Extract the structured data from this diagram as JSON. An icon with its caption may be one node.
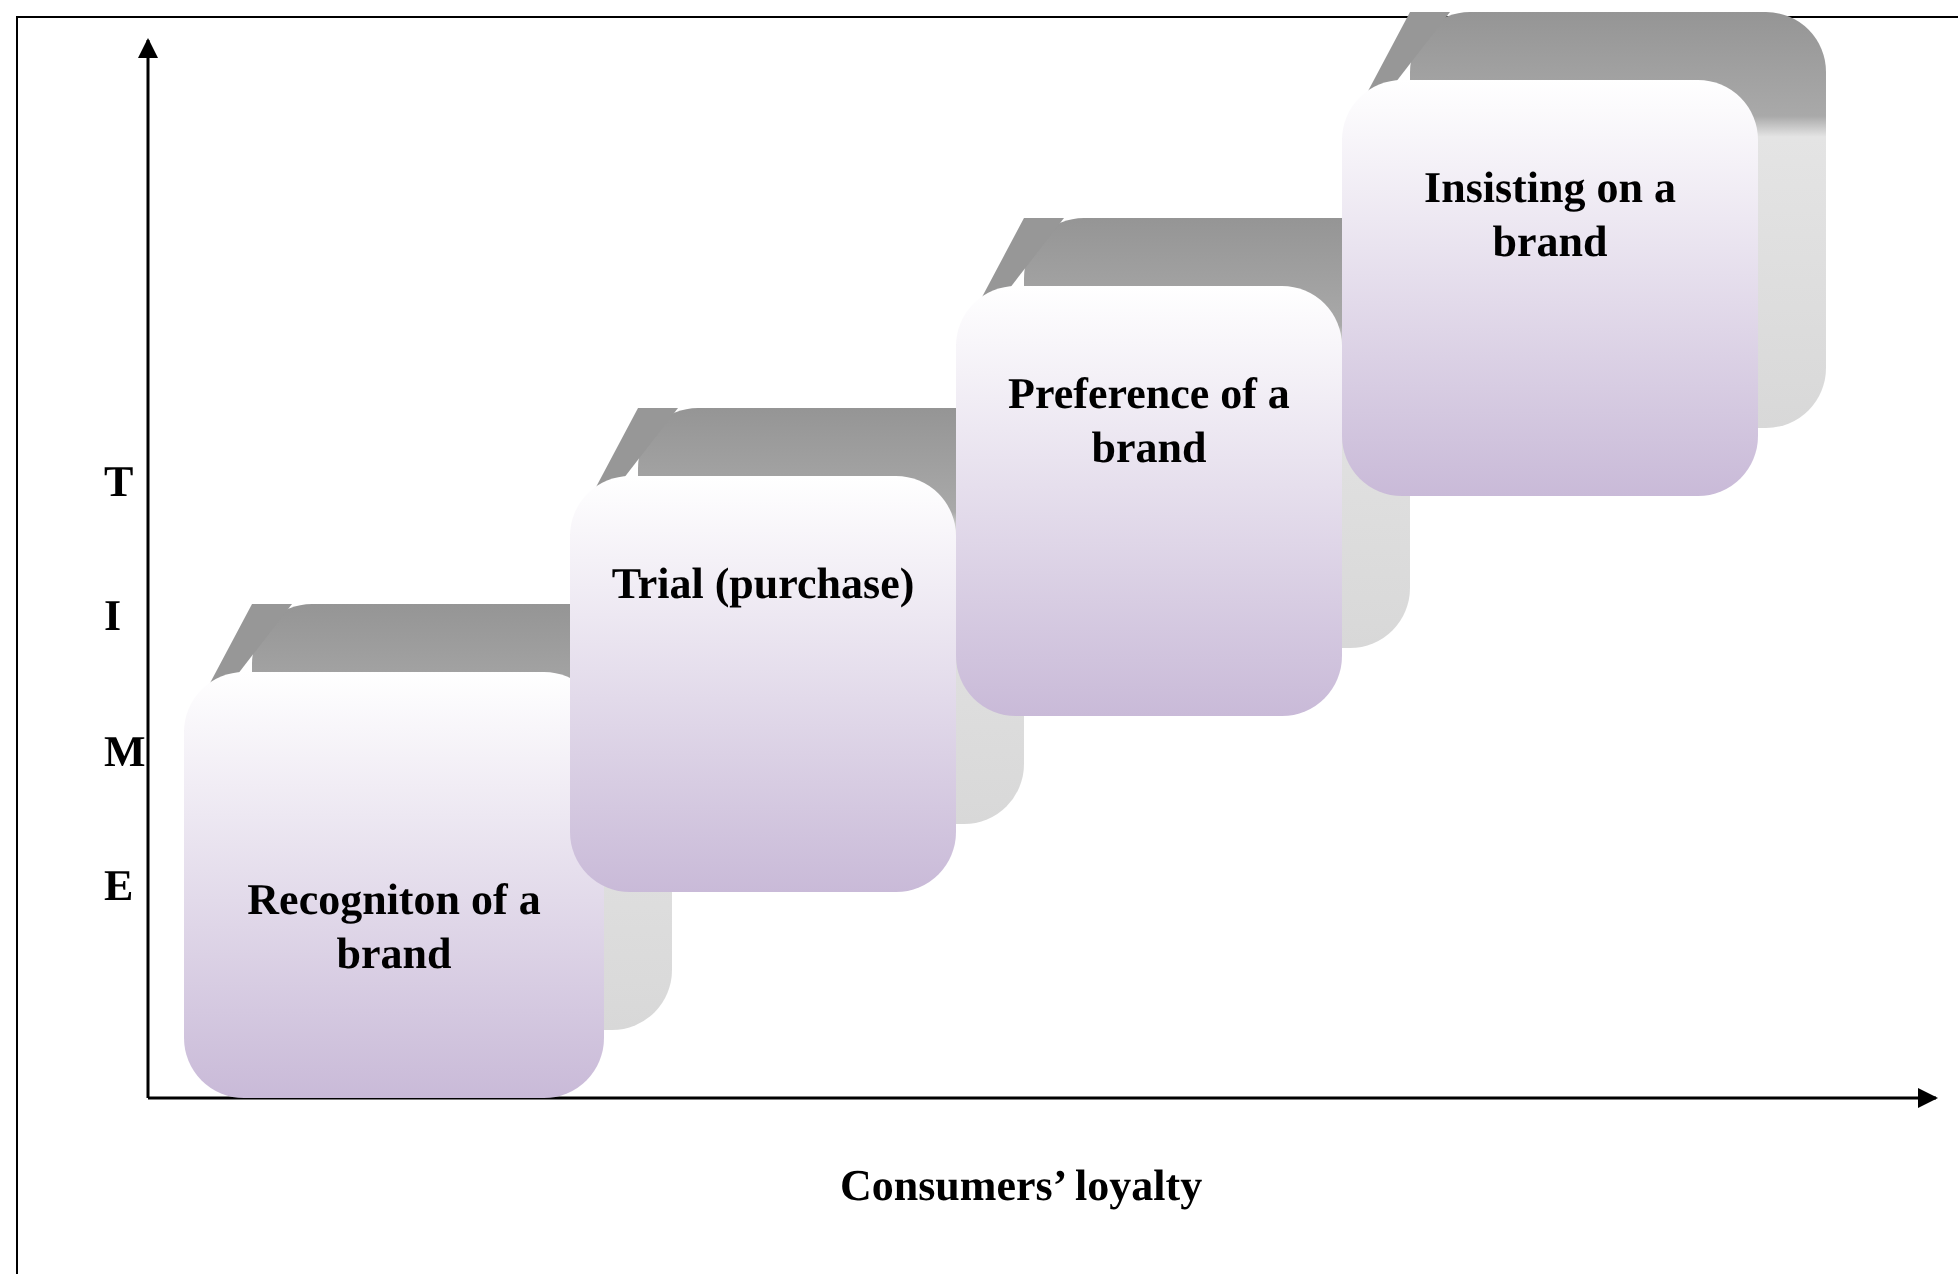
{
  "diagram": {
    "nodes": [
      {
        "text": [
          "Recogniton of a brand"
        ]
      },
      {
        "text": [
          "Trial (purchase)"
        ]
      },
      {
        "text": [
          "Preference of a brand"
        ]
      },
      {
        "text": [
          "Insisting on a brand"
        ]
      }
    ],
    "labels": [
      "T",
      "I",
      "M",
      "E",
      "Consumers’ loyalty"
    ]
  }
}
